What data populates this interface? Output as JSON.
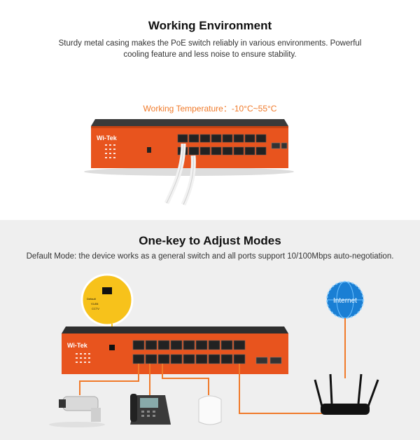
{
  "section1": {
    "title": "Working Environment",
    "desc_line1": "Sturdy metal casing makes the PoE switch reliably in various environments. Powerful",
    "desc_line2": "cooling feature and less noise to ensure stability.",
    "temperature": "Working Temperature：-10°C~55°C"
  },
  "section2": {
    "title": "One-key to Adjust Modes",
    "desc": "Default Mode: the device works as a general switch and all ports support 10/100Mbps auto-negotiation.",
    "switch_labels": [
      "Default",
      "VLAN",
      "CCTV"
    ],
    "internet_label": "Internet"
  },
  "brand": "Wi-Tek",
  "colors": {
    "switch_orange": "#e8541e",
    "switch_body": "#2a2a2a",
    "accent_orange": "#f07a2a",
    "callout_yellow": "#f7c21b",
    "internet_blue": "#1a7fd4"
  }
}
